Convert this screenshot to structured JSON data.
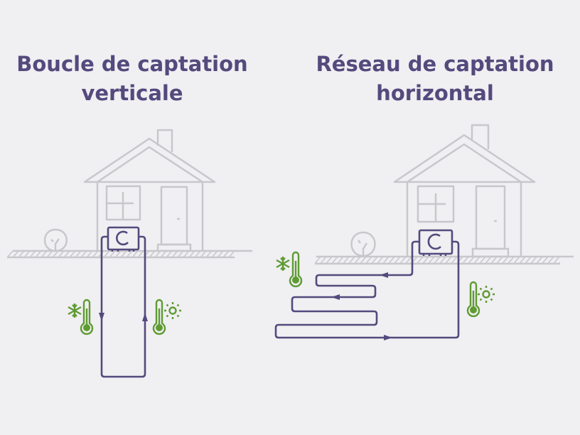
{
  "left": {
    "title_line1": "Boucle de captation",
    "title_line2": "verticale"
  },
  "right": {
    "title_line1": "Réseau de captation",
    "title_line2": "horizontal"
  },
  "colors": {
    "title": "#544a7d",
    "pipe": "#544a7d",
    "thermo": "#5f9b33",
    "house": "#c8c7cb"
  }
}
